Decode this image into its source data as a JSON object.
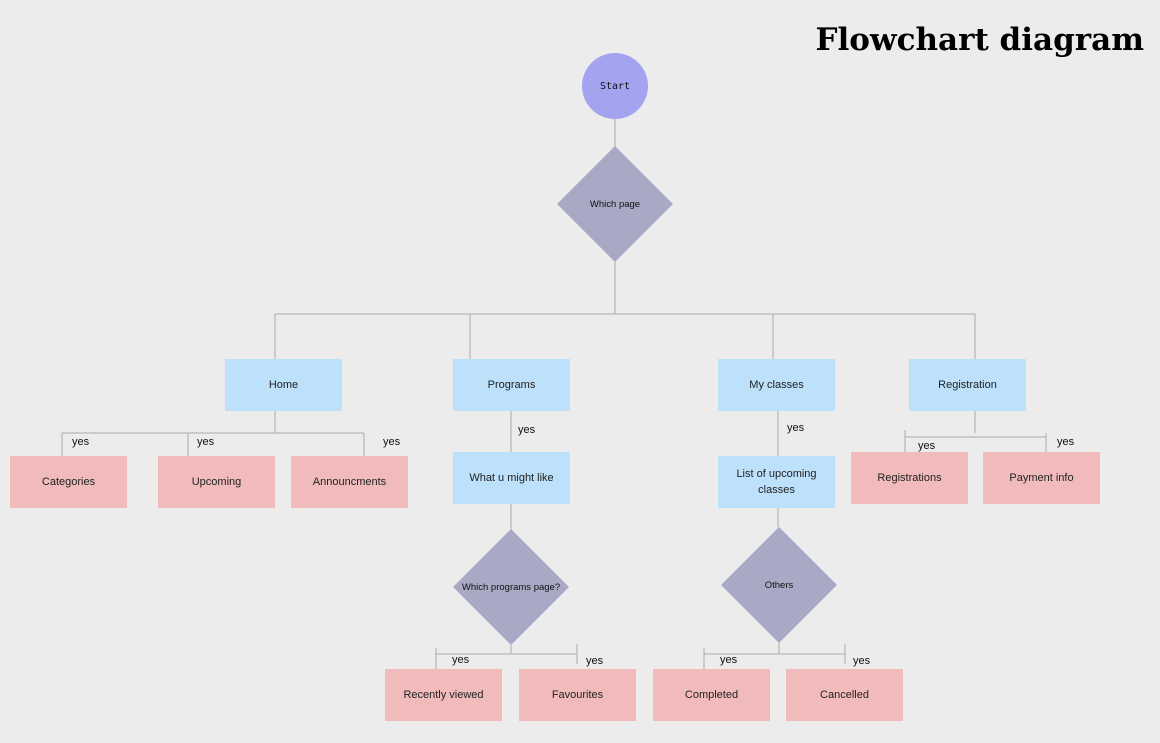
{
  "title": "Flowchart diagram",
  "start": "Start",
  "decisions": {
    "which_page": "Which page",
    "which_programs_page": "Which programs page?",
    "others": "Others"
  },
  "pages": {
    "home": "Home",
    "programs": "Programs",
    "my_classes": "My classes",
    "registration": "Registration"
  },
  "home_children": [
    "Categories",
    "Upcoming",
    "Announcments"
  ],
  "programs_child": "What u might like",
  "programs_leaves": [
    "Recently viewed",
    "Favourites"
  ],
  "my_classes_child": "List of upcoming classes",
  "my_classes_leaves": [
    "Completed",
    "Cancelled"
  ],
  "registration_children": [
    "Registrations",
    "Payment info"
  ],
  "edge_label": "yes",
  "colors": {
    "background": "#ececec",
    "page": "#bde0fb",
    "leaf": "#f2bbbb",
    "decision": "#a9a9c6",
    "start": "#a3a3f0"
  }
}
